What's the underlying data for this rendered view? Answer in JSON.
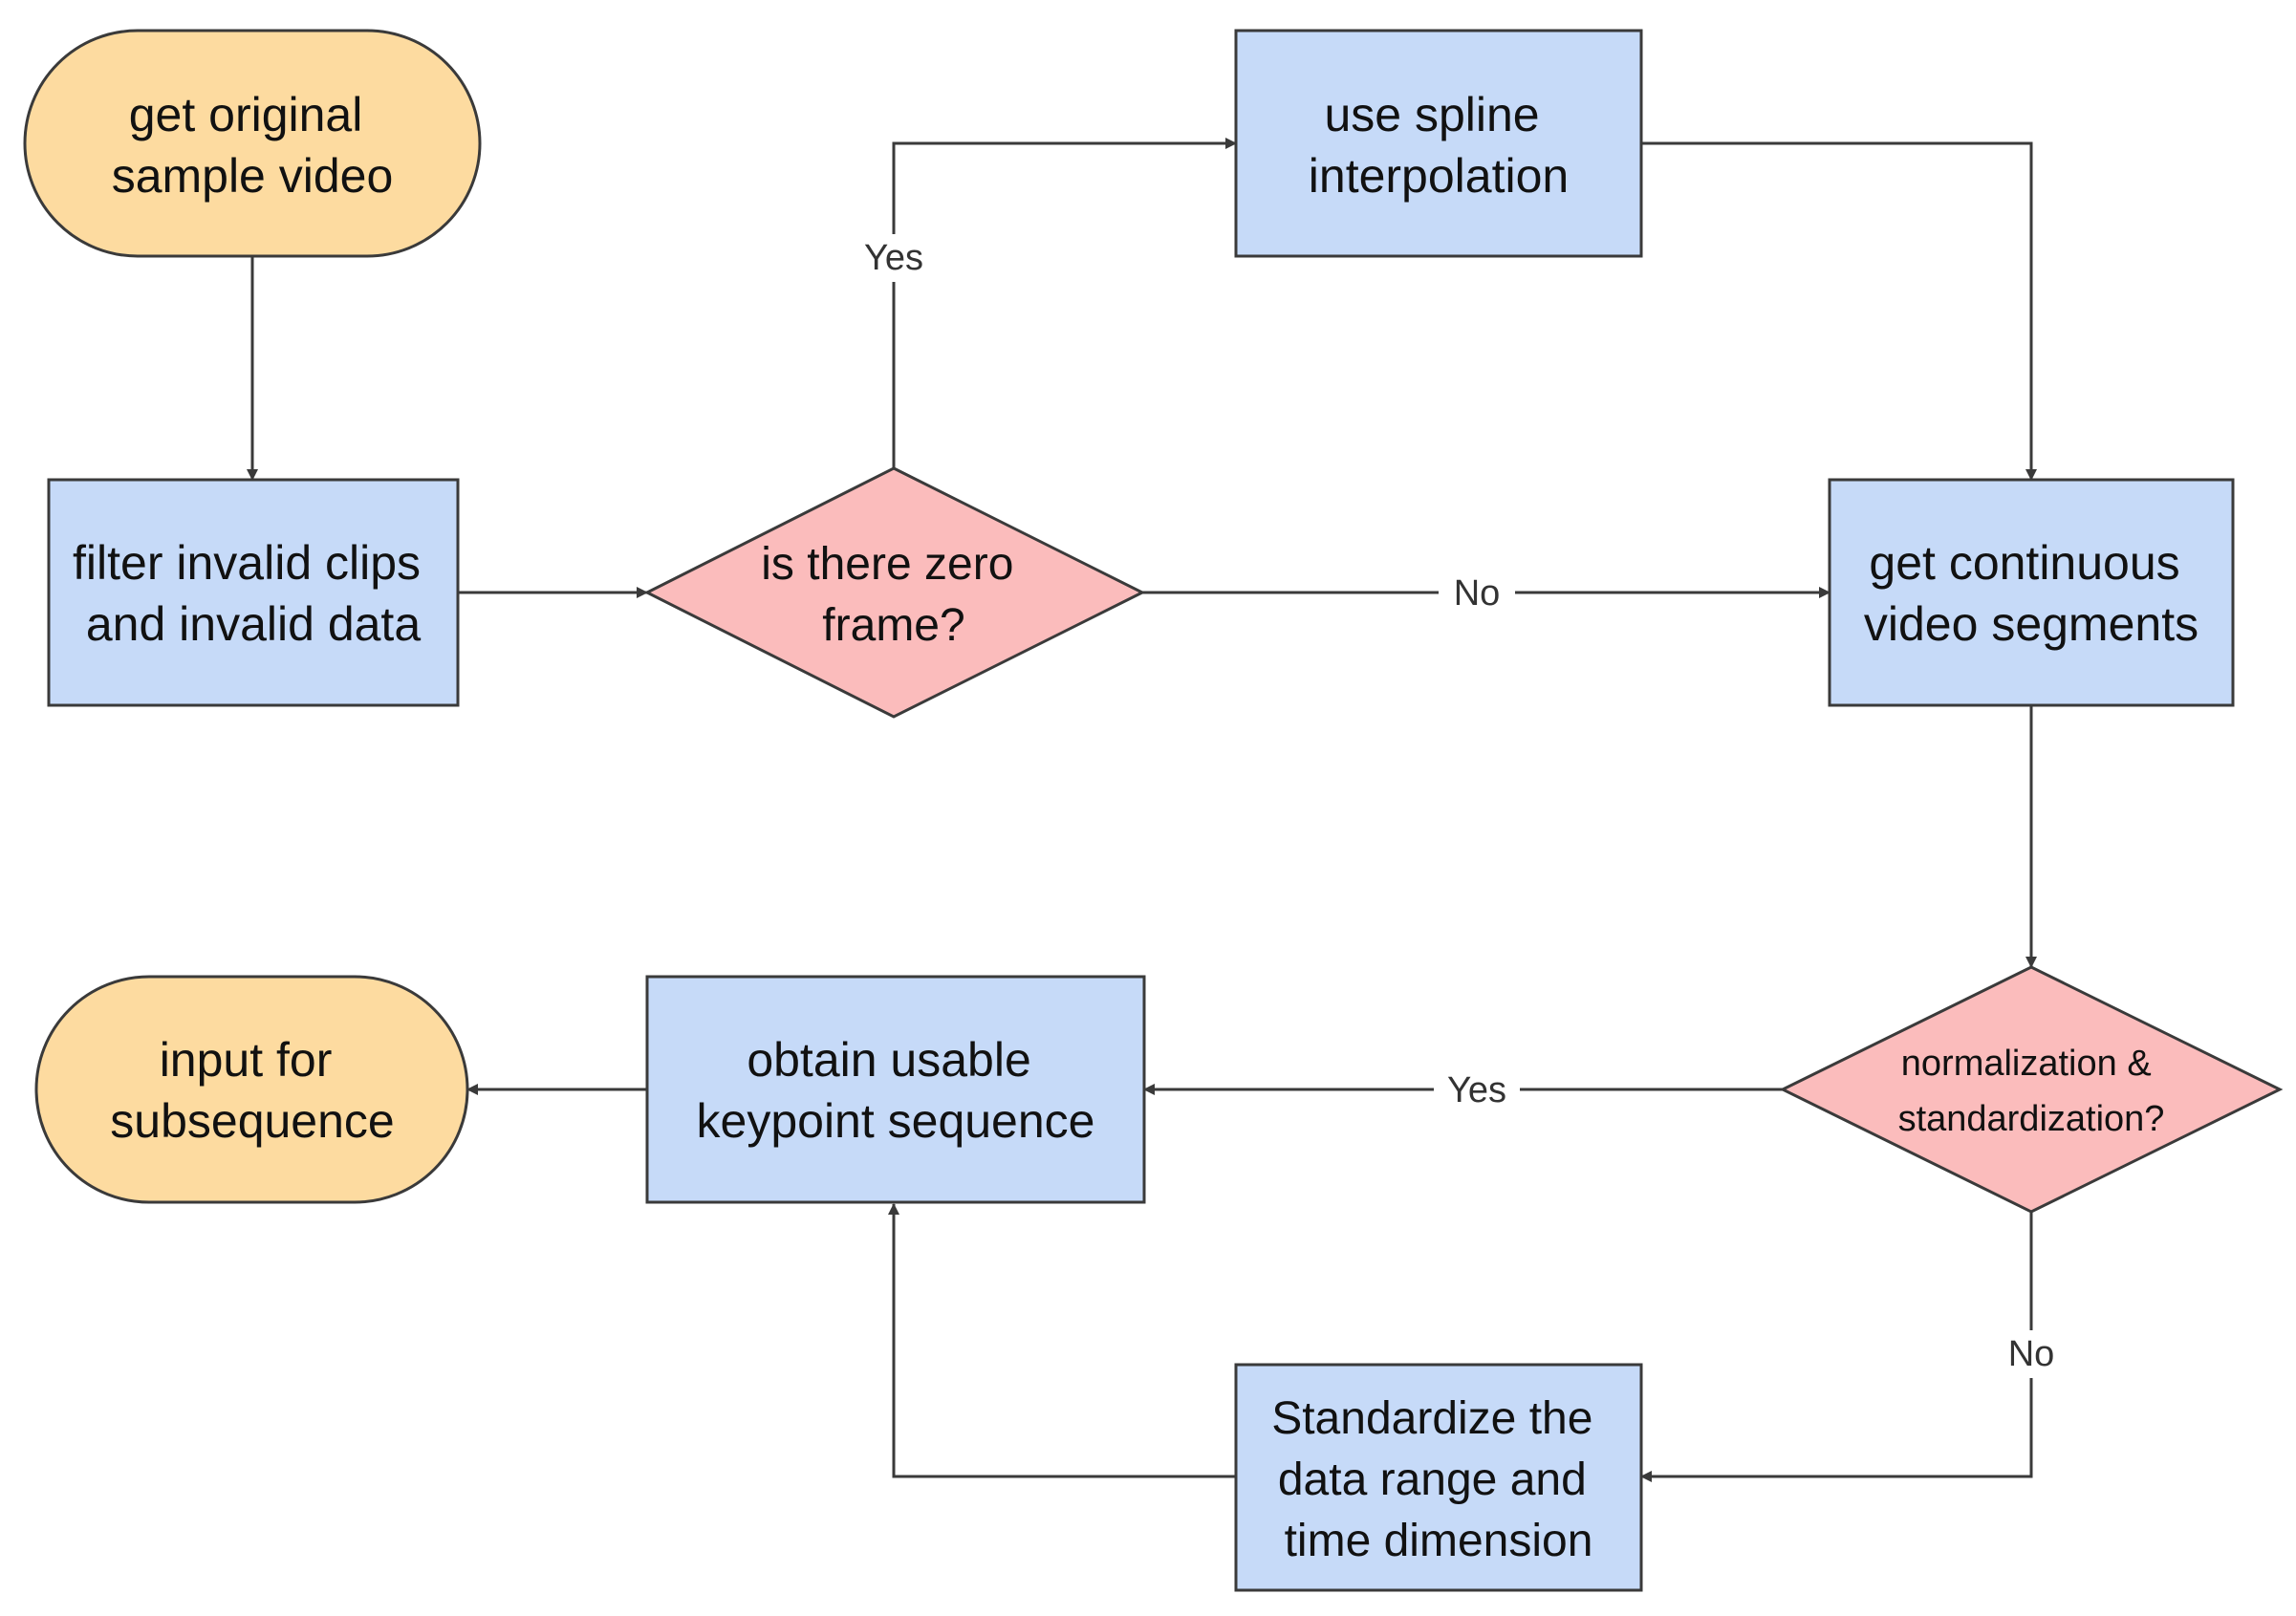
{
  "colors": {
    "terminal_fill": "#fddba0",
    "process_fill": "#c6daf8",
    "decision_fill": "#fbbcbc",
    "stroke": "#3a3a3a",
    "label_color": "#333333"
  },
  "nodes": {
    "start": {
      "type": "terminal",
      "lines": [
        "get original",
        "sample video"
      ]
    },
    "filter": {
      "type": "process",
      "lines": [
        "filter invalid clips",
        "and invalid data"
      ]
    },
    "zero_frame": {
      "type": "decision",
      "lines": [
        "is there zero",
        "frame?"
      ]
    },
    "spline": {
      "type": "process",
      "lines": [
        "use spline",
        "interpolation"
      ]
    },
    "continuous": {
      "type": "process",
      "lines": [
        "get continuous",
        "video segments"
      ]
    },
    "normalize": {
      "type": "decision",
      "lines": [
        "normalization &",
        "standardization?"
      ]
    },
    "obtain": {
      "type": "process",
      "lines": [
        "obtain usable",
        "keypoint sequence"
      ]
    },
    "end": {
      "type": "terminal",
      "lines": [
        "input for",
        "subsequence"
      ]
    },
    "standardize": {
      "type": "process",
      "lines": [
        "Standardize the",
        "data range and",
        "time dimension"
      ]
    }
  },
  "edges": [
    {
      "from": "start",
      "to": "filter",
      "label": ""
    },
    {
      "from": "filter",
      "to": "zero_frame",
      "label": ""
    },
    {
      "from": "zero_frame",
      "to": "spline",
      "label": "Yes"
    },
    {
      "from": "zero_frame",
      "to": "continuous",
      "label": "No"
    },
    {
      "from": "spline",
      "to": "continuous",
      "label": ""
    },
    {
      "from": "continuous",
      "to": "normalize",
      "label": ""
    },
    {
      "from": "normalize",
      "to": "obtain",
      "label": "Yes"
    },
    {
      "from": "normalize",
      "to": "standardize",
      "label": "No"
    },
    {
      "from": "standardize",
      "to": "obtain",
      "label": ""
    },
    {
      "from": "obtain",
      "to": "end",
      "label": ""
    }
  ]
}
